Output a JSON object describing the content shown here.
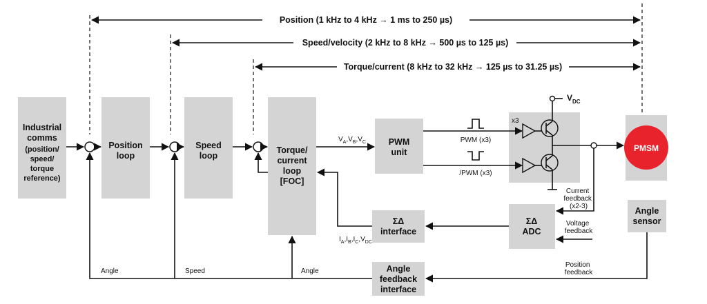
{
  "timing": {
    "position": "Position (1 kHz to 4 kHz → 1 ms to 250 µs)",
    "speed": "Speed/velocity (2 kHz to 8 kHz → 500 µs to 125 µs)",
    "torque": "Torque/current (8 kHz to 32 kHz → 125 µs to 31.25 µs)"
  },
  "blocks": {
    "comms": [
      "Industrial",
      "comms",
      "(position/",
      "speed/",
      "torque",
      "reference)"
    ],
    "position_loop": [
      "Position",
      "loop"
    ],
    "speed_loop": [
      "Speed",
      "loop"
    ],
    "torque_loop": [
      "Torque/",
      "current",
      "loop",
      "[FOC]"
    ],
    "pwm_unit": [
      "PWM",
      "unit"
    ],
    "sd_interface": [
      "ΣΔ",
      "interface"
    ],
    "sd_adc": [
      "ΣΔ",
      "ADC"
    ],
    "angle_feedback": [
      "Angle",
      "feedback",
      "interface"
    ],
    "angle_sensor": [
      "Angle",
      "sensor"
    ],
    "motor": "PMSM"
  },
  "labels": {
    "vabc": "V",
    "vabc_subs": [
      "A",
      "B",
      "C"
    ],
    "pwm": "PWM (x3)",
    "npwm": "/PWM (x3)",
    "x3": "x3",
    "vdc": "V",
    "vdc_sub": "DC",
    "iabc": "I",
    "iabc_subs": [
      "A",
      "B",
      "C"
    ],
    "iabc_vdc_sub": "DC",
    "current_feedback": [
      "Current",
      "feedback",
      "(x2-3)"
    ],
    "voltage_feedback": [
      "Voltage",
      "feedback"
    ],
    "position_feedback": [
      "Position",
      "feedback"
    ],
    "angle1": "Angle",
    "speed": "Speed",
    "angle2": "Angle"
  },
  "colors": {
    "block_fill": "#d4d4d4",
    "motor_fill": "#e8232b",
    "line": "#111111"
  }
}
